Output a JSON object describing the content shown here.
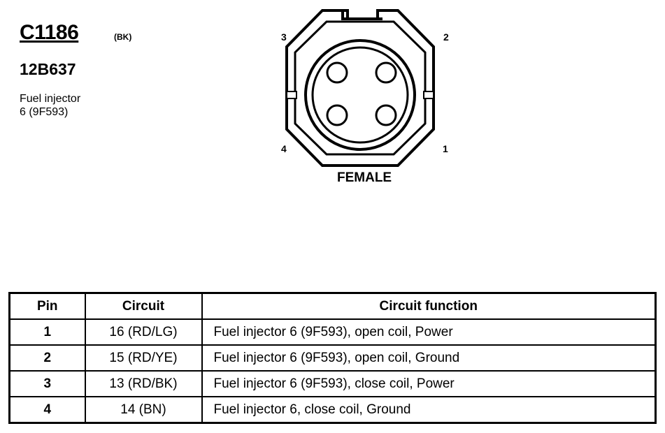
{
  "connector": {
    "id": "C1186",
    "color_code": "(BK)",
    "part_number": "12B637",
    "description_line1": "Fuel injector",
    "description_line2": "6 (9F593)",
    "view_label": "FEMALE",
    "pin_labels": [
      "1",
      "2",
      "3",
      "4"
    ]
  },
  "table": {
    "headers": [
      "Pin",
      "Circuit",
      "Circuit function"
    ],
    "rows": [
      {
        "pin": "1",
        "circuit": "16 (RD/LG)",
        "function": "Fuel injector 6 (9F593), open coil, Power"
      },
      {
        "pin": "2",
        "circuit": "15 (RD/YE)",
        "function": "Fuel injector 6 (9F593), open coil, Ground"
      },
      {
        "pin": "3",
        "circuit": "13 (RD/BK)",
        "function": "Fuel injector 6 (9F593), close coil, Power"
      },
      {
        "pin": "4",
        "circuit": "14 (BN)",
        "function": "Fuel injector 6, close coil, Ground"
      }
    ]
  }
}
